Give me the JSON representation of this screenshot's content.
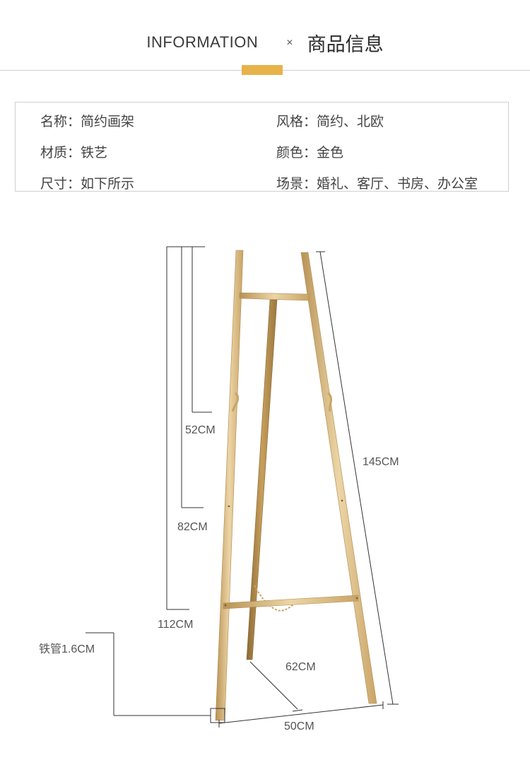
{
  "header": {
    "title_en": "INFORMATION",
    "separator": "×",
    "title_cn": "商品信息",
    "accent_color": "#e8b24a"
  },
  "info": {
    "name": "名称：简约画架",
    "style": "风格：简约、北欧",
    "material": "材质：铁艺",
    "color": "颜色：金色",
    "size": "尺寸：如下所示",
    "scene": "场景：婚礼、客厅、书房、办公室"
  },
  "diagram": {
    "frame_color": "#d4b276",
    "dimensions": {
      "h52": "52CM",
      "h82": "82CM",
      "h112": "112CM",
      "h145": "145CM",
      "depth": "62CM",
      "width": "50CM",
      "tube": "铁管1.6CM"
    }
  }
}
